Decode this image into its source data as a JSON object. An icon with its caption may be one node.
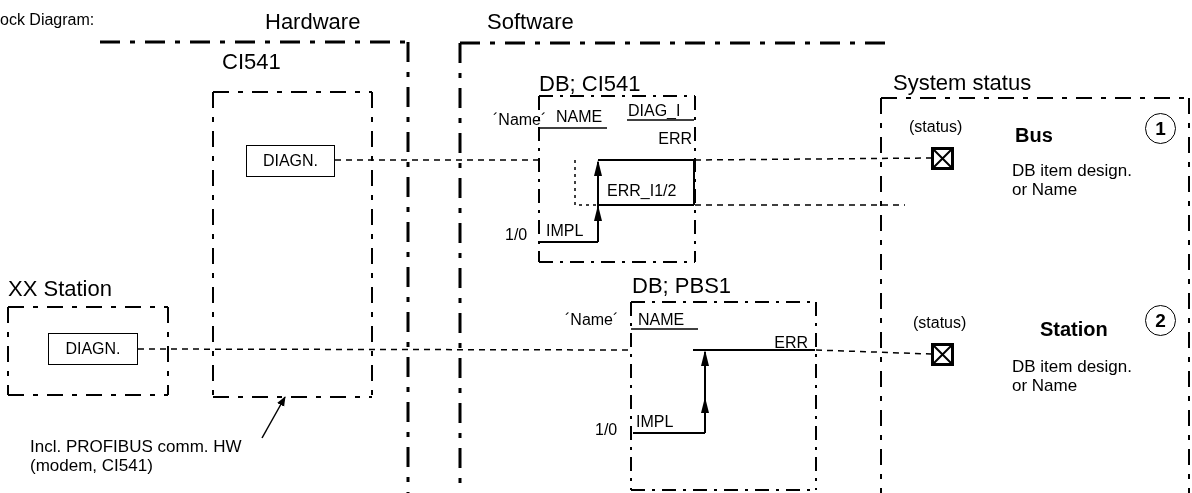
{
  "diagram": {
    "title": "ock Diagram:",
    "nodes": [
      {
        "text": [
          "Hardware"
        ]
      },
      {
        "text": [
          "CI541"
        ],
        "in": 0
      },
      {
        "text": [
          "DIAGN."
        ],
        "in": 1
      },
      {
        "text": [
          "Software"
        ]
      },
      {
        "text": [
          "DB; CI541",
          "NAME",
          "DIAG_I",
          "ERR",
          "ERR_I1/2",
          "IMPL"
        ],
        "beside": [
          "´Name´",
          "1/0"
        ],
        "in": 3
      },
      {
        "text": [
          "System status"
        ]
      },
      {
        "text": [],
        "shape": "box",
        "beside": [
          "(status)"
        ],
        "in": 5
      },
      {
        "text": [
          "1"
        ],
        "in": 5
      },
      {
        "text": [
          "XX Station"
        ]
      },
      {
        "text": [
          "DIAGN."
        ],
        "in": 8
      },
      {
        "text": [
          "DB; PBS1",
          "NAME",
          "ERR",
          "IMPL"
        ],
        "beside": [
          "´Name´",
          "1/0"
        ],
        "in": 3
      },
      {
        "text": [],
        "shape": "box",
        "beside": [
          "(status)"
        ],
        "in": 5
      },
      {
        "text": [
          "2"
        ],
        "in": 5
      },
      {
        "text": [
          "Incl. PROFIBUS comm. HW (modem, CI541)"
        ]
      }
    ],
    "edges": [
      {
        "from": 2,
        "to": 4,
        "arrow": "none",
        "style": "dashed"
      },
      {
        "from": 4,
        "to": 6,
        "arrow": "none",
        "style": "dashed"
      },
      {
        "from": 4,
        "to": null,
        "arrow": "none",
        "style": "dashed"
      },
      {
        "from": 9,
        "to": 10,
        "arrow": "none",
        "style": "dashed"
      },
      {
        "from": 10,
        "to": 11,
        "arrow": "none",
        "style": "dashed"
      },
      {
        "from": 13,
        "to": 1,
        "arrow": "to"
      }
    ],
    "labels": [
      "Bus",
      "DB item design. or Name",
      "Station",
      "DB item design. or Name"
    ]
  }
}
